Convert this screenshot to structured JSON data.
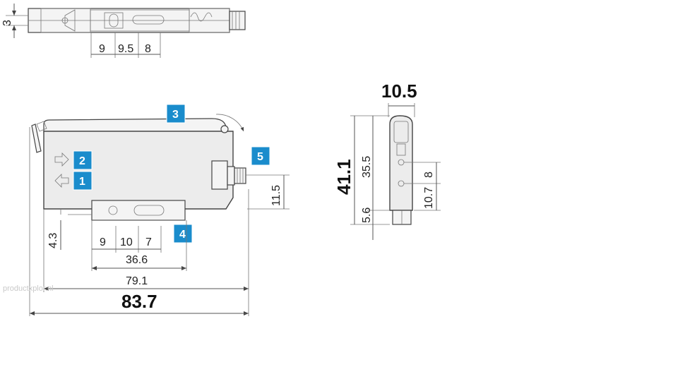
{
  "top_view": {
    "height_dim": "3",
    "dims": [
      "9",
      "9.5",
      "8"
    ]
  },
  "front_view": {
    "callouts": [
      "3",
      "2",
      "1",
      "5",
      "4"
    ],
    "dim_11_5": "11.5",
    "dim_4_3": "4.3",
    "dims_bottom": [
      "9",
      "10",
      "7"
    ],
    "dim_36_6": "36.6",
    "dim_79_1": "79.1",
    "dim_83_7": "83.7"
  },
  "side_view": {
    "width": "10.5",
    "height": "41.1",
    "dim_35_5": "35.5",
    "dim_5_6": "5.6",
    "dim_8": "8",
    "dim_10_7": "10.7"
  },
  "watermark": "productxplor.nl"
}
